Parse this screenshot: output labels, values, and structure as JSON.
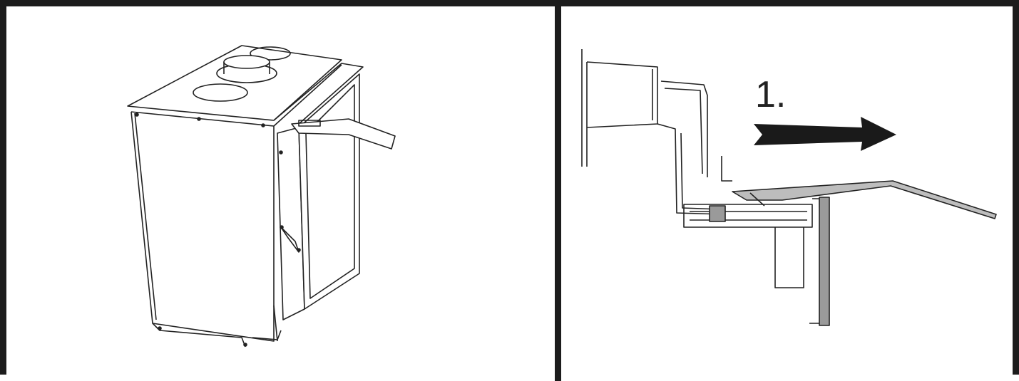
{
  "figure": {
    "panels": [
      {
        "id": "left",
        "description_icon": "fireplace-unit-isometric-icon"
      },
      {
        "id": "right",
        "description_icon": "side-section-bracket-icon"
      }
    ],
    "step_label": "1.",
    "colors": {
      "border": "#1c1c1c",
      "line": "#222222",
      "shade": "#9a9a9a",
      "arrow": "#1a1a1a"
    }
  }
}
